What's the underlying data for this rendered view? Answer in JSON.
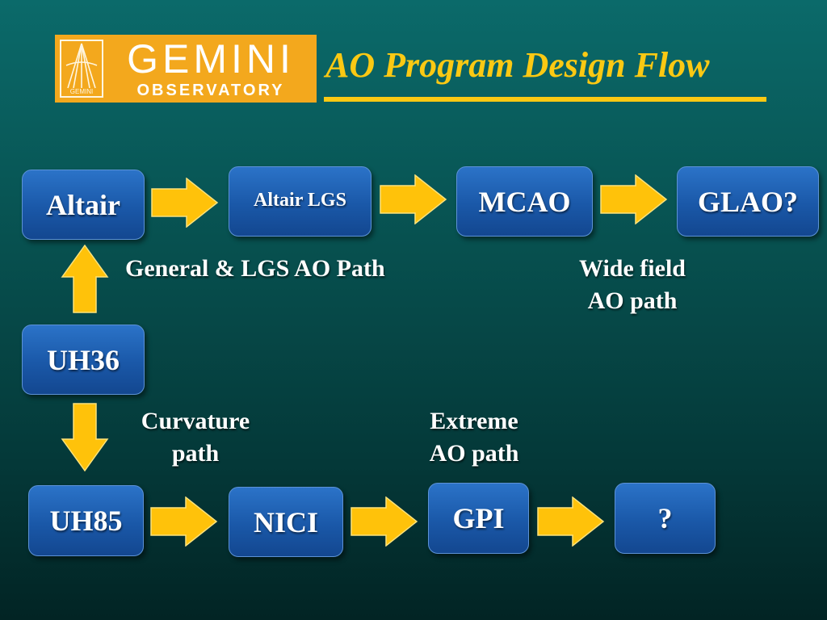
{
  "logo": {
    "word": "GEMINI",
    "sub": "OBSERVATORY",
    "emblem_caption": "GEMINI"
  },
  "header": {
    "title": "AO Program Design Flow"
  },
  "nodes": {
    "altair": "Altair",
    "altair_lgs": "Altair LGS",
    "mcao": "MCAO",
    "glao": "GLAO?",
    "uh36": "UH36",
    "uh85": "UH85",
    "nici": "NICI",
    "gpi": "GPI",
    "unknown": "?"
  },
  "labels": {
    "general_path": "General & LGS AO Path",
    "wide_field_1": "Wide field",
    "wide_field_2": "AO path",
    "curvature_1": "Curvature",
    "curvature_2": "path",
    "extreme_1": "Extreme",
    "extreme_2": "AO path"
  },
  "colors": {
    "background": "#0b6a6a",
    "accent": "#fbc913",
    "logo": "#f3a81d",
    "arrow": "#ffc20a",
    "node": "#1a58a8"
  }
}
